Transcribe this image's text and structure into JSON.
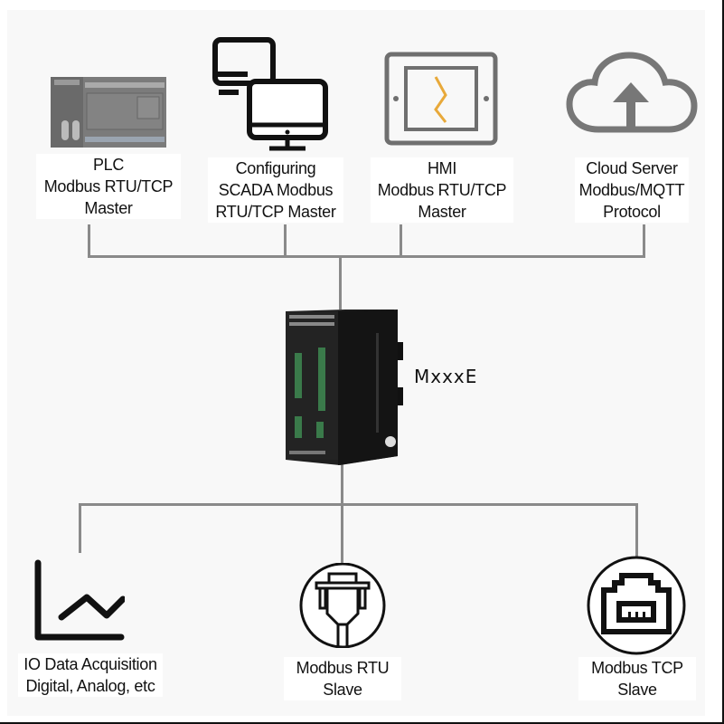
{
  "masters": [
    {
      "icon": "plc-icon",
      "lines": [
        "PLC",
        "Modbus RTU/TCP",
        "Master"
      ]
    },
    {
      "icon": "computers-icon",
      "lines": [
        "Configuring",
        "SCADA Modbus",
        "RTU/TCP Master"
      ]
    },
    {
      "icon": "hmi-tablet-icon",
      "lines": [
        "HMI",
        "Modbus RTU/TCP",
        "Master"
      ]
    },
    {
      "icon": "cloud-upload-icon",
      "lines": [
        "Cloud Server",
        "Modbus/MQTT",
        "Protocol"
      ]
    }
  ],
  "device": {
    "label": "MxxxE",
    "icon": "io-module-icon"
  },
  "slaves": [
    {
      "icon": "line-chart-icon",
      "lines": [
        "IO Data Acquisition",
        "Digital, Analog, etc"
      ]
    },
    {
      "icon": "serial-connector-icon",
      "lines": [
        "Modbus RTU",
        "Slave"
      ]
    },
    {
      "icon": "ethernet-port-icon",
      "lines": [
        "Modbus TCP",
        "Slave"
      ]
    }
  ],
  "colors": {
    "line": "#8a8a8a",
    "hmi_accent": "#e8a93a",
    "icon_gray": "#777777"
  }
}
